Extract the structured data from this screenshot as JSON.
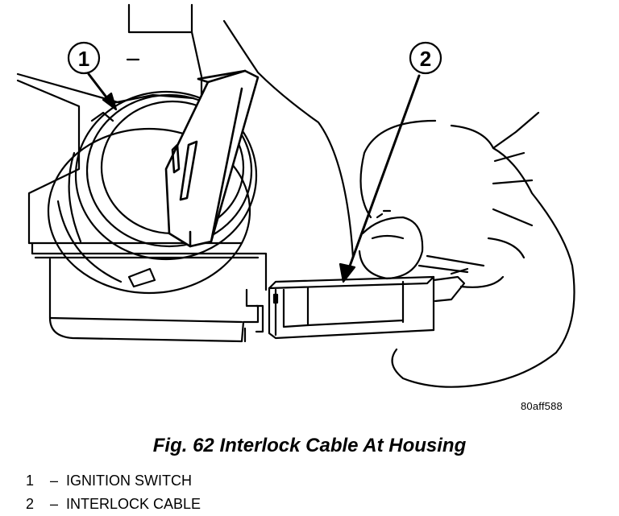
{
  "figure": {
    "code": "80aff588",
    "caption": "Fig. 62 Interlock Cable At Housing",
    "callouts": [
      {
        "number": "1",
        "label": "IGNITION SWITCH"
      },
      {
        "number": "2",
        "label": "INTERLOCK CABLE"
      }
    ],
    "separator": "–"
  }
}
